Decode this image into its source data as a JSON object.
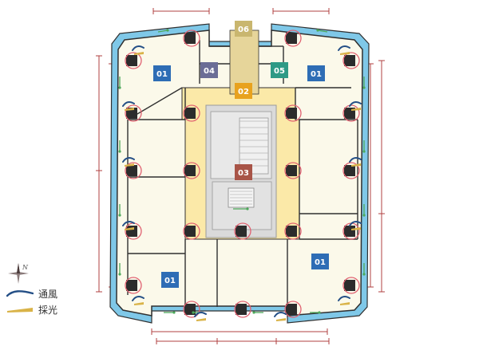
{
  "zones": [
    {
      "id": "01",
      "color": "#2e6db5"
    },
    {
      "id": "02",
      "color": "#e8a21e"
    },
    {
      "id": "03",
      "color": "#a85447"
    },
    {
      "id": "04",
      "color": "#6b6d96"
    },
    {
      "id": "05",
      "color": "#2e9a86"
    },
    {
      "id": "06",
      "color": "#c9b66f"
    }
  ],
  "compass": {
    "north": "N"
  },
  "legend": [
    {
      "name": "ventilation",
      "label": "通風",
      "color": "#244f86"
    },
    {
      "name": "daylight",
      "label": "採光",
      "color": "#d9b348"
    }
  ],
  "colors": {
    "floor": "#fbf9ea",
    "common": "#fbe9a8",
    "core": "#dadada",
    "glass": "#7fc8e8",
    "wall": "#303030",
    "column_ring": "#e06070",
    "dimension": "#b04040",
    "arrow": "#4ca85a"
  }
}
